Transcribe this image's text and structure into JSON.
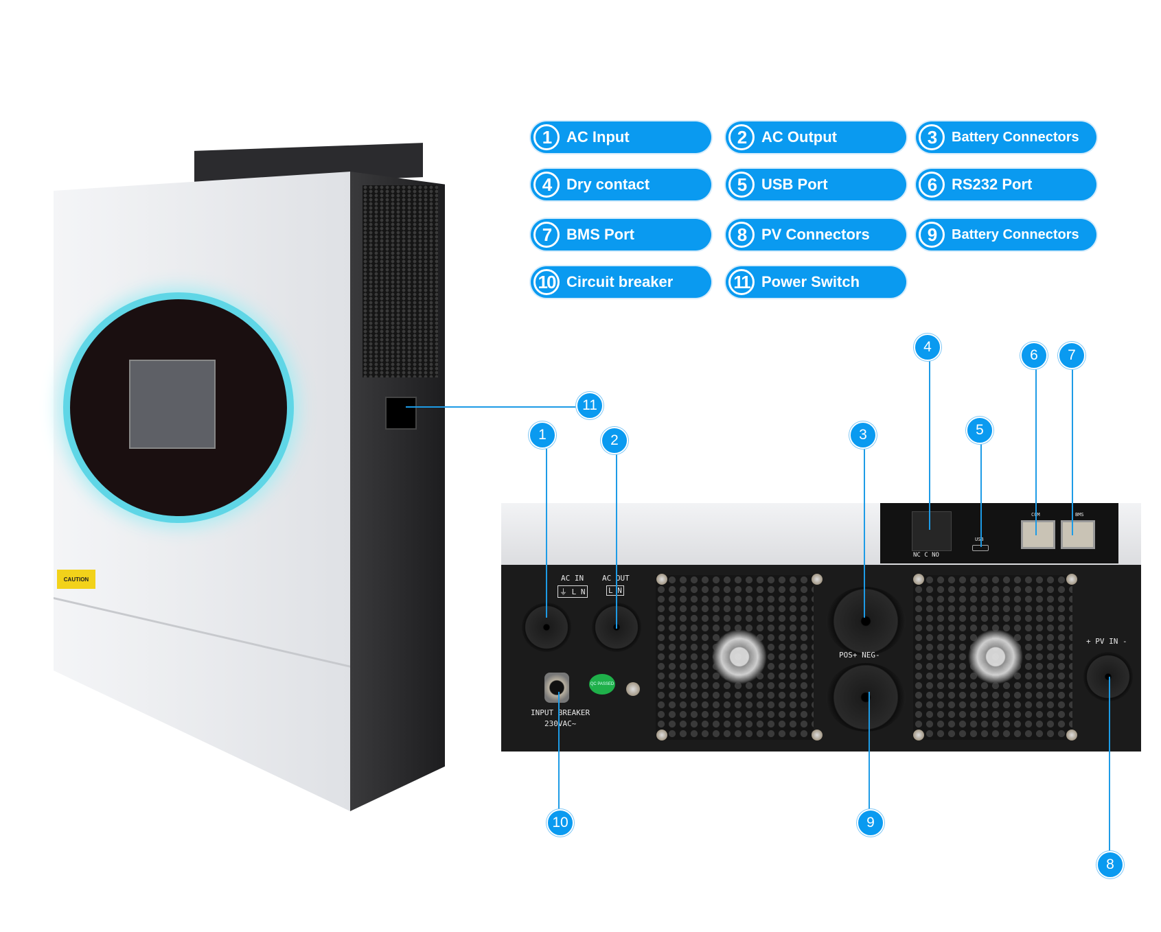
{
  "legend": [
    {
      "num": "1",
      "label": "AC Input"
    },
    {
      "num": "2",
      "label": "AC Output"
    },
    {
      "num": "3",
      "label": "Battery Connectors"
    },
    {
      "num": "4",
      "label": "Dry contact"
    },
    {
      "num": "5",
      "label": "USB Port"
    },
    {
      "num": "6",
      "label": "RS232 Port"
    },
    {
      "num": "7",
      "label": "BMS Port"
    },
    {
      "num": "8",
      "label": "PV Connectors"
    },
    {
      "num": "9",
      "label": "Battery Connectors"
    },
    {
      "num": "10",
      "label": "Circuit breaker"
    },
    {
      "num": "11",
      "label": "Power Switch"
    }
  ],
  "callouts": [
    "1",
    "2",
    "3",
    "4",
    "5",
    "6",
    "7",
    "8",
    "9",
    "10",
    "11"
  ],
  "panel_labels": {
    "ac_in": "AC IN",
    "ac_in_terminals": "⏚ L N",
    "ac_out": "AC OUT",
    "ac_out_terminals": "L N",
    "dry_contact": "NC C NO",
    "usb": "USB",
    "com": "COM",
    "bms": "BMS",
    "battery": "POS+ NEG-",
    "pv_in": "+ PV IN -",
    "breaker": "INPUT BREAKER",
    "breaker_rating": "230VAC~",
    "qc": "QC PASSED",
    "caution": "CAUTION"
  },
  "colors": {
    "accent": "#0a9af0",
    "glow_ring": "#4fd0e0"
  }
}
